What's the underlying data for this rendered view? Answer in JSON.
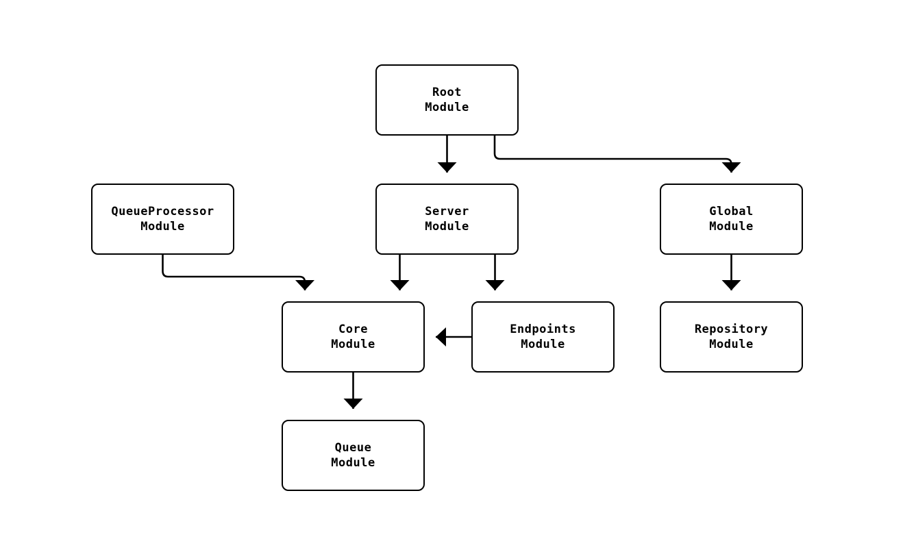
{
  "diagram": {
    "background_color": "#ffffff",
    "line_color": "#000000",
    "box_fill_color": "#ffffff",
    "nodes": [
      {
        "id": "root",
        "line1": "Root",
        "line2": "Module"
      },
      {
        "id": "queueprocessor",
        "line1": "QueueProcessor",
        "line2": "Module"
      },
      {
        "id": "server",
        "line1": "Server",
        "line2": "Module"
      },
      {
        "id": "global",
        "line1": "Global",
        "line2": "Module"
      },
      {
        "id": "core",
        "line1": "Core",
        "line2": "Module"
      },
      {
        "id": "endpoints",
        "line1": "Endpoints",
        "line2": "Module"
      },
      {
        "id": "repository",
        "line1": "Repository",
        "line2": "Module"
      },
      {
        "id": "queue",
        "line1": "Queue",
        "line2": "Module"
      }
    ],
    "edges": [
      {
        "from": "root",
        "to": "server"
      },
      {
        "from": "root",
        "to": "global"
      },
      {
        "from": "queueprocessor",
        "to": "core"
      },
      {
        "from": "server",
        "to": "core"
      },
      {
        "from": "server",
        "to": "endpoints"
      },
      {
        "from": "endpoints",
        "to": "core"
      },
      {
        "from": "global",
        "to": "repository"
      },
      {
        "from": "core",
        "to": "queue"
      }
    ]
  }
}
